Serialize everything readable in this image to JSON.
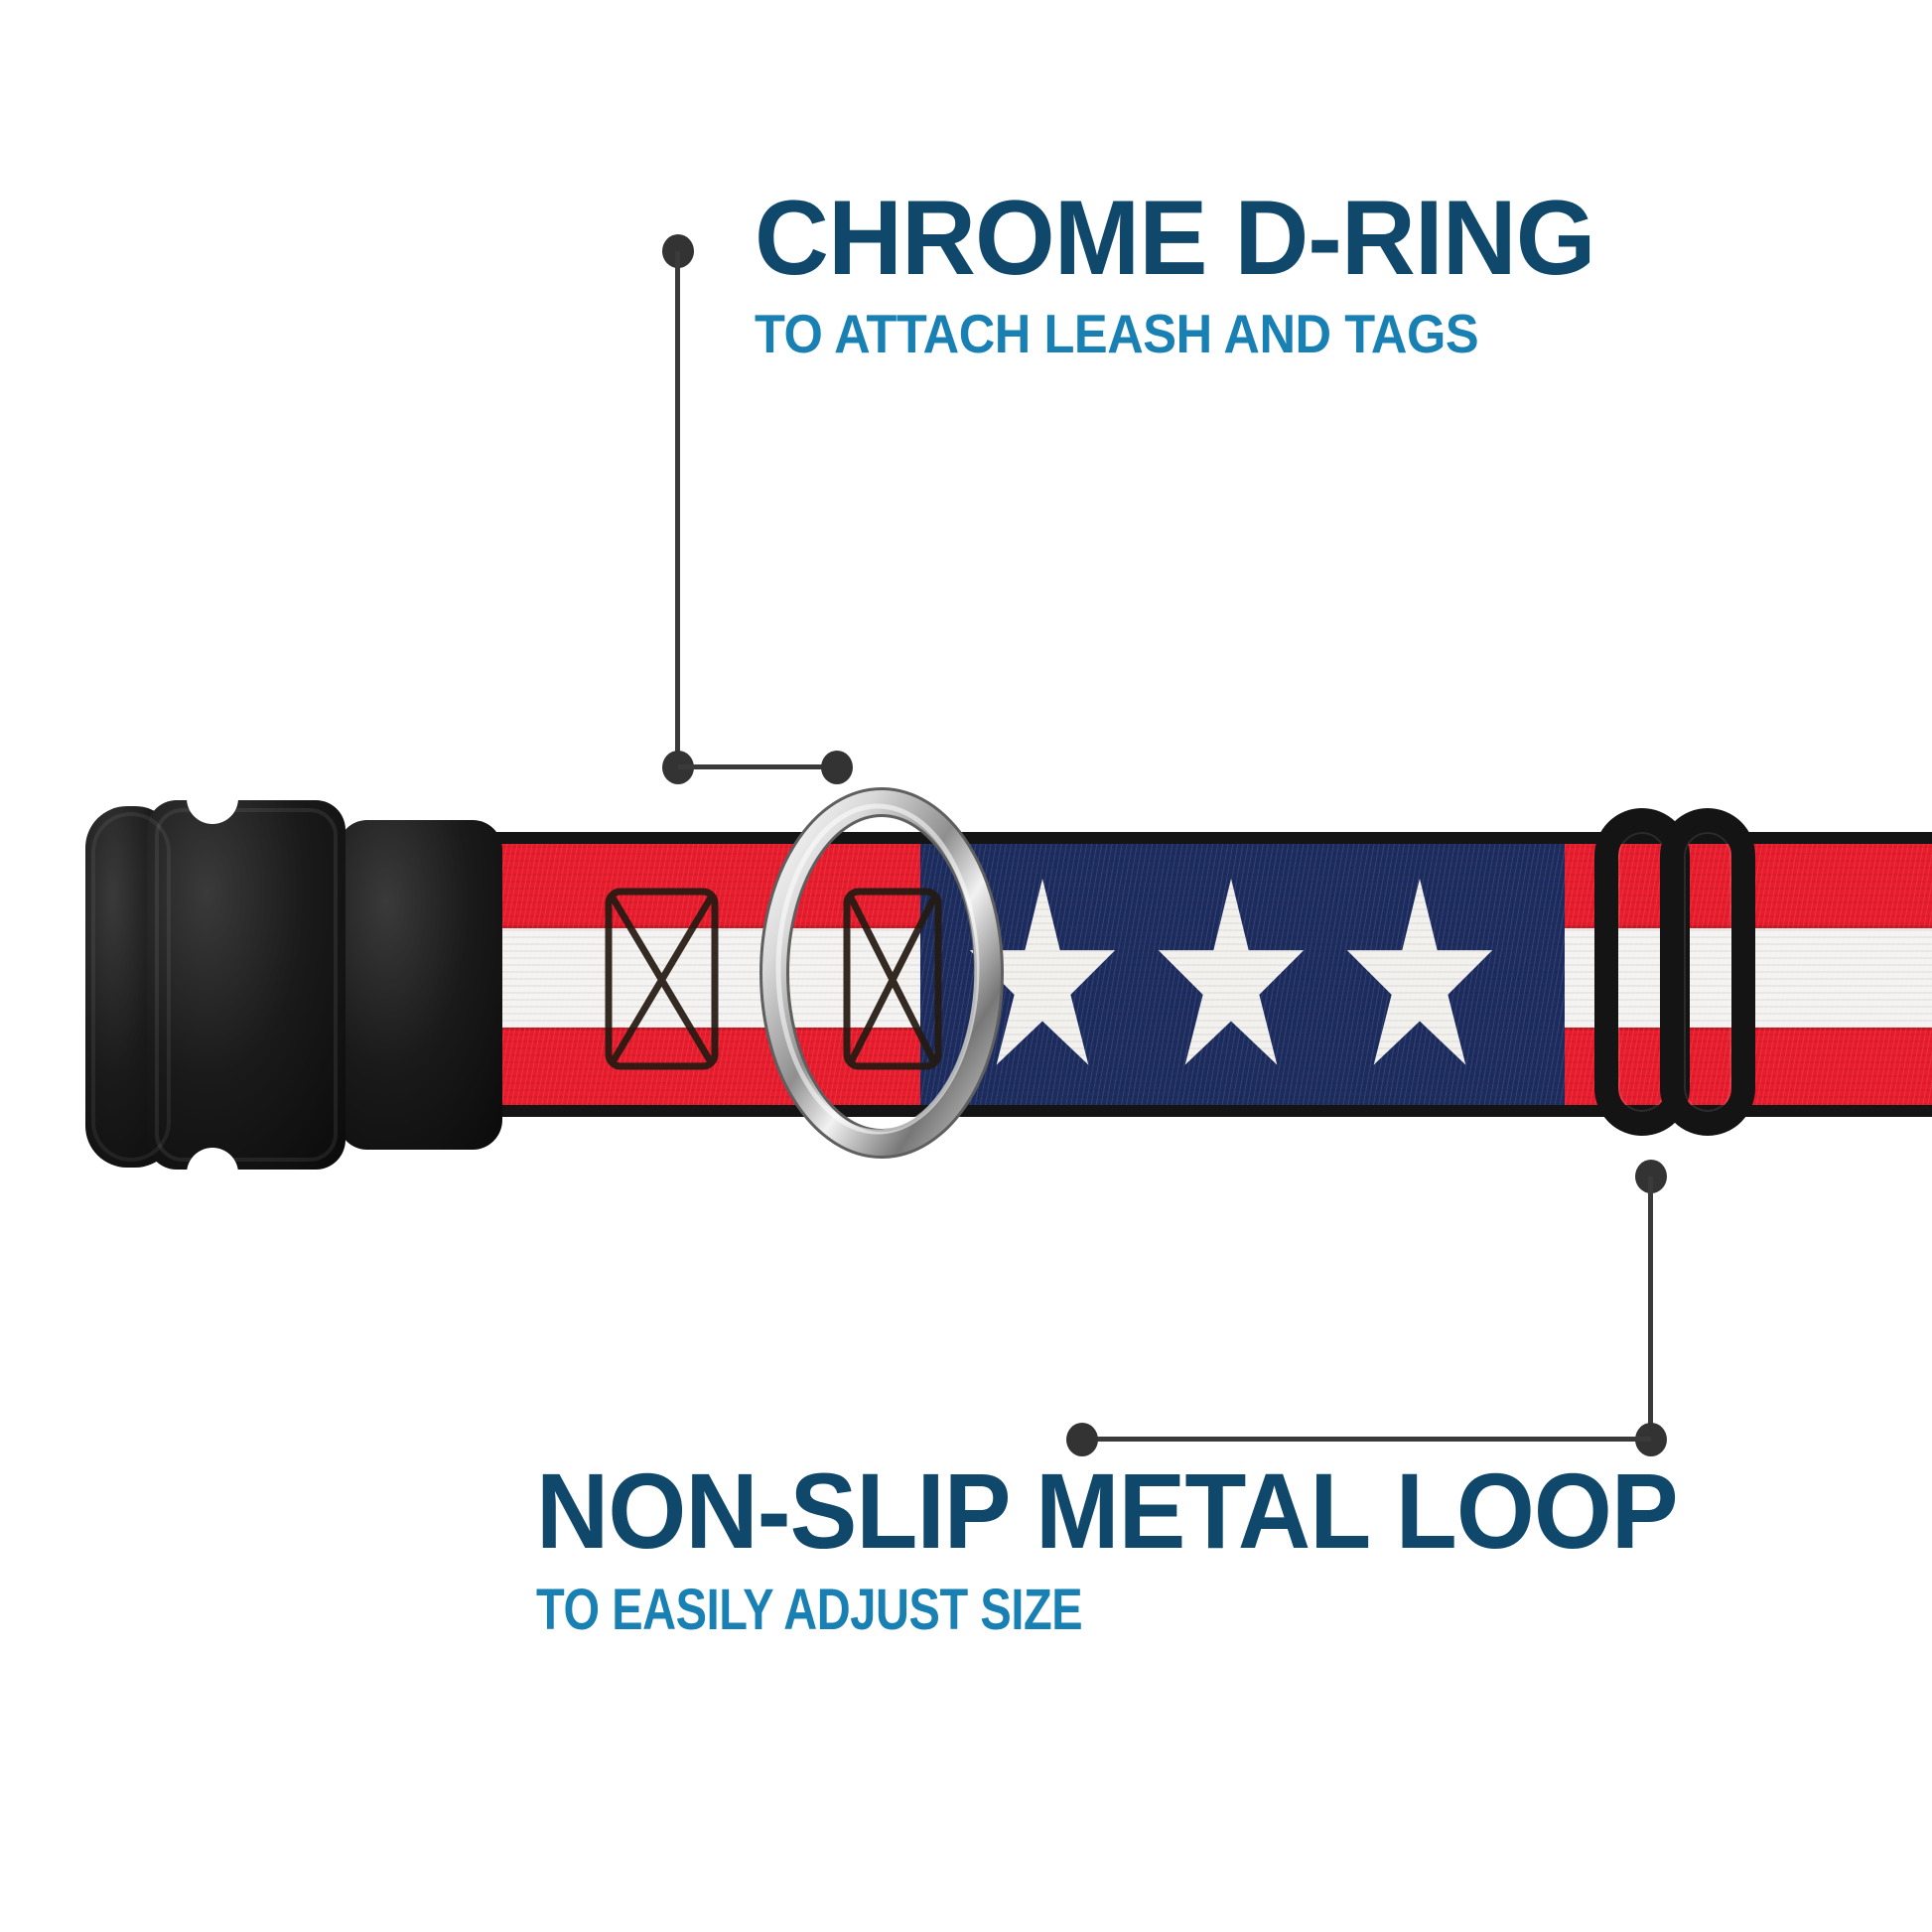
{
  "image": {
    "type": "annotated-product-infographic",
    "background": "#ffffff"
  },
  "annotations": {
    "top": {
      "title": "CHROME D-RING",
      "subtitle": "TO ATTACH LEASH AND TAGS",
      "target_part": "chrome-d-ring"
    },
    "bottom": {
      "title": "NON-SLIP METAL LOOP",
      "subtitle": "TO EASILY ADJUST SIZE",
      "target_part": "metal-slider-loop"
    }
  },
  "colors": {
    "title_text": "#10486b",
    "subtitle_text": "#1980b4",
    "callout_line": "#3a3a3a",
    "webbing_red": "#e81c2c",
    "webbing_white": "#f4f3f1",
    "webbing_navy": "#1d2c5f",
    "webbing_edge_black": "#141414",
    "buckle_black": "#1a1a1a",
    "chrome_silver": "#c9c9c9"
  },
  "product": {
    "description": "dog collar with stars and stripes pattern",
    "parts": [
      {
        "name": "side-release-buckle",
        "material": "black plastic"
      },
      {
        "name": "webbing-strap",
        "pattern": "red and white stripes with white stars on navy field"
      },
      {
        "name": "chrome-d-ring",
        "material": "chrome metal"
      },
      {
        "name": "metal-slider-loop",
        "material": "black metal"
      }
    ],
    "visible_star_count": 3,
    "visible_stitch_box_count": 2
  }
}
